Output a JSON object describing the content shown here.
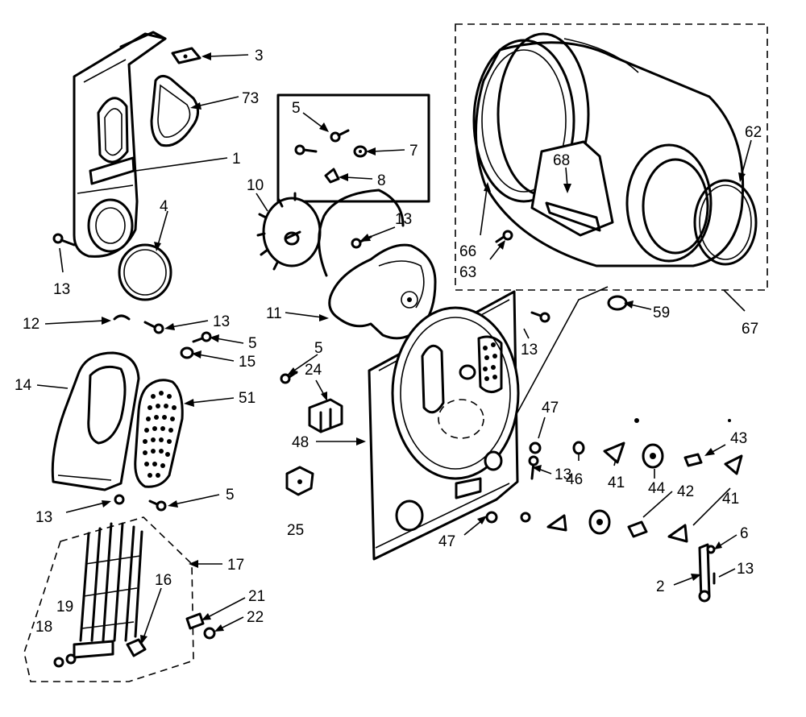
{
  "callouts": [
    {
      "id": "c3",
      "text": "3"
    },
    {
      "id": "c73",
      "text": "73"
    },
    {
      "id": "c1",
      "text": "1"
    },
    {
      "id": "c4",
      "text": "4"
    },
    {
      "id": "c13a",
      "text": "13"
    },
    {
      "id": "c5a",
      "text": "5"
    },
    {
      "id": "c7",
      "text": "7"
    },
    {
      "id": "c8",
      "text": "8"
    },
    {
      "id": "c10",
      "text": "10"
    },
    {
      "id": "c13b",
      "text": "13"
    },
    {
      "id": "c11",
      "text": "11"
    },
    {
      "id": "c12",
      "text": "12"
    },
    {
      "id": "c13c",
      "text": "13"
    },
    {
      "id": "c5b",
      "text": "5"
    },
    {
      "id": "c15",
      "text": "15"
    },
    {
      "id": "c5c",
      "text": "5"
    },
    {
      "id": "c24",
      "text": "24"
    },
    {
      "id": "c14",
      "text": "14"
    },
    {
      "id": "c51",
      "text": "51"
    },
    {
      "id": "c48",
      "text": "48"
    },
    {
      "id": "c25",
      "text": "25"
    },
    {
      "id": "c13d",
      "text": "13"
    },
    {
      "id": "c5d",
      "text": "5"
    },
    {
      "id": "c17",
      "text": "17"
    },
    {
      "id": "c16",
      "text": "16"
    },
    {
      "id": "c19",
      "text": "19"
    },
    {
      "id": "c18",
      "text": "18"
    },
    {
      "id": "c21",
      "text": "21"
    },
    {
      "id": "c22",
      "text": "22"
    },
    {
      "id": "c68",
      "text": "68"
    },
    {
      "id": "c62",
      "text": "62"
    },
    {
      "id": "c66",
      "text": "66"
    },
    {
      "id": "c63",
      "text": "63"
    },
    {
      "id": "c59",
      "text": "59"
    },
    {
      "id": "c67",
      "text": "67"
    },
    {
      "id": "c13e",
      "text": "13"
    },
    {
      "id": "c47a",
      "text": "47"
    },
    {
      "id": "c43",
      "text": "43"
    },
    {
      "id": "c13f",
      "text": "13"
    },
    {
      "id": "c46",
      "text": "46"
    },
    {
      "id": "c41a",
      "text": "41"
    },
    {
      "id": "c44",
      "text": "44"
    },
    {
      "id": "c42",
      "text": "42"
    },
    {
      "id": "c41b",
      "text": "41"
    },
    {
      "id": "c47b",
      "text": "47"
    },
    {
      "id": "c6",
      "text": "6"
    },
    {
      "id": "c2",
      "text": "2"
    },
    {
      "id": "c13g",
      "text": "13"
    }
  ]
}
